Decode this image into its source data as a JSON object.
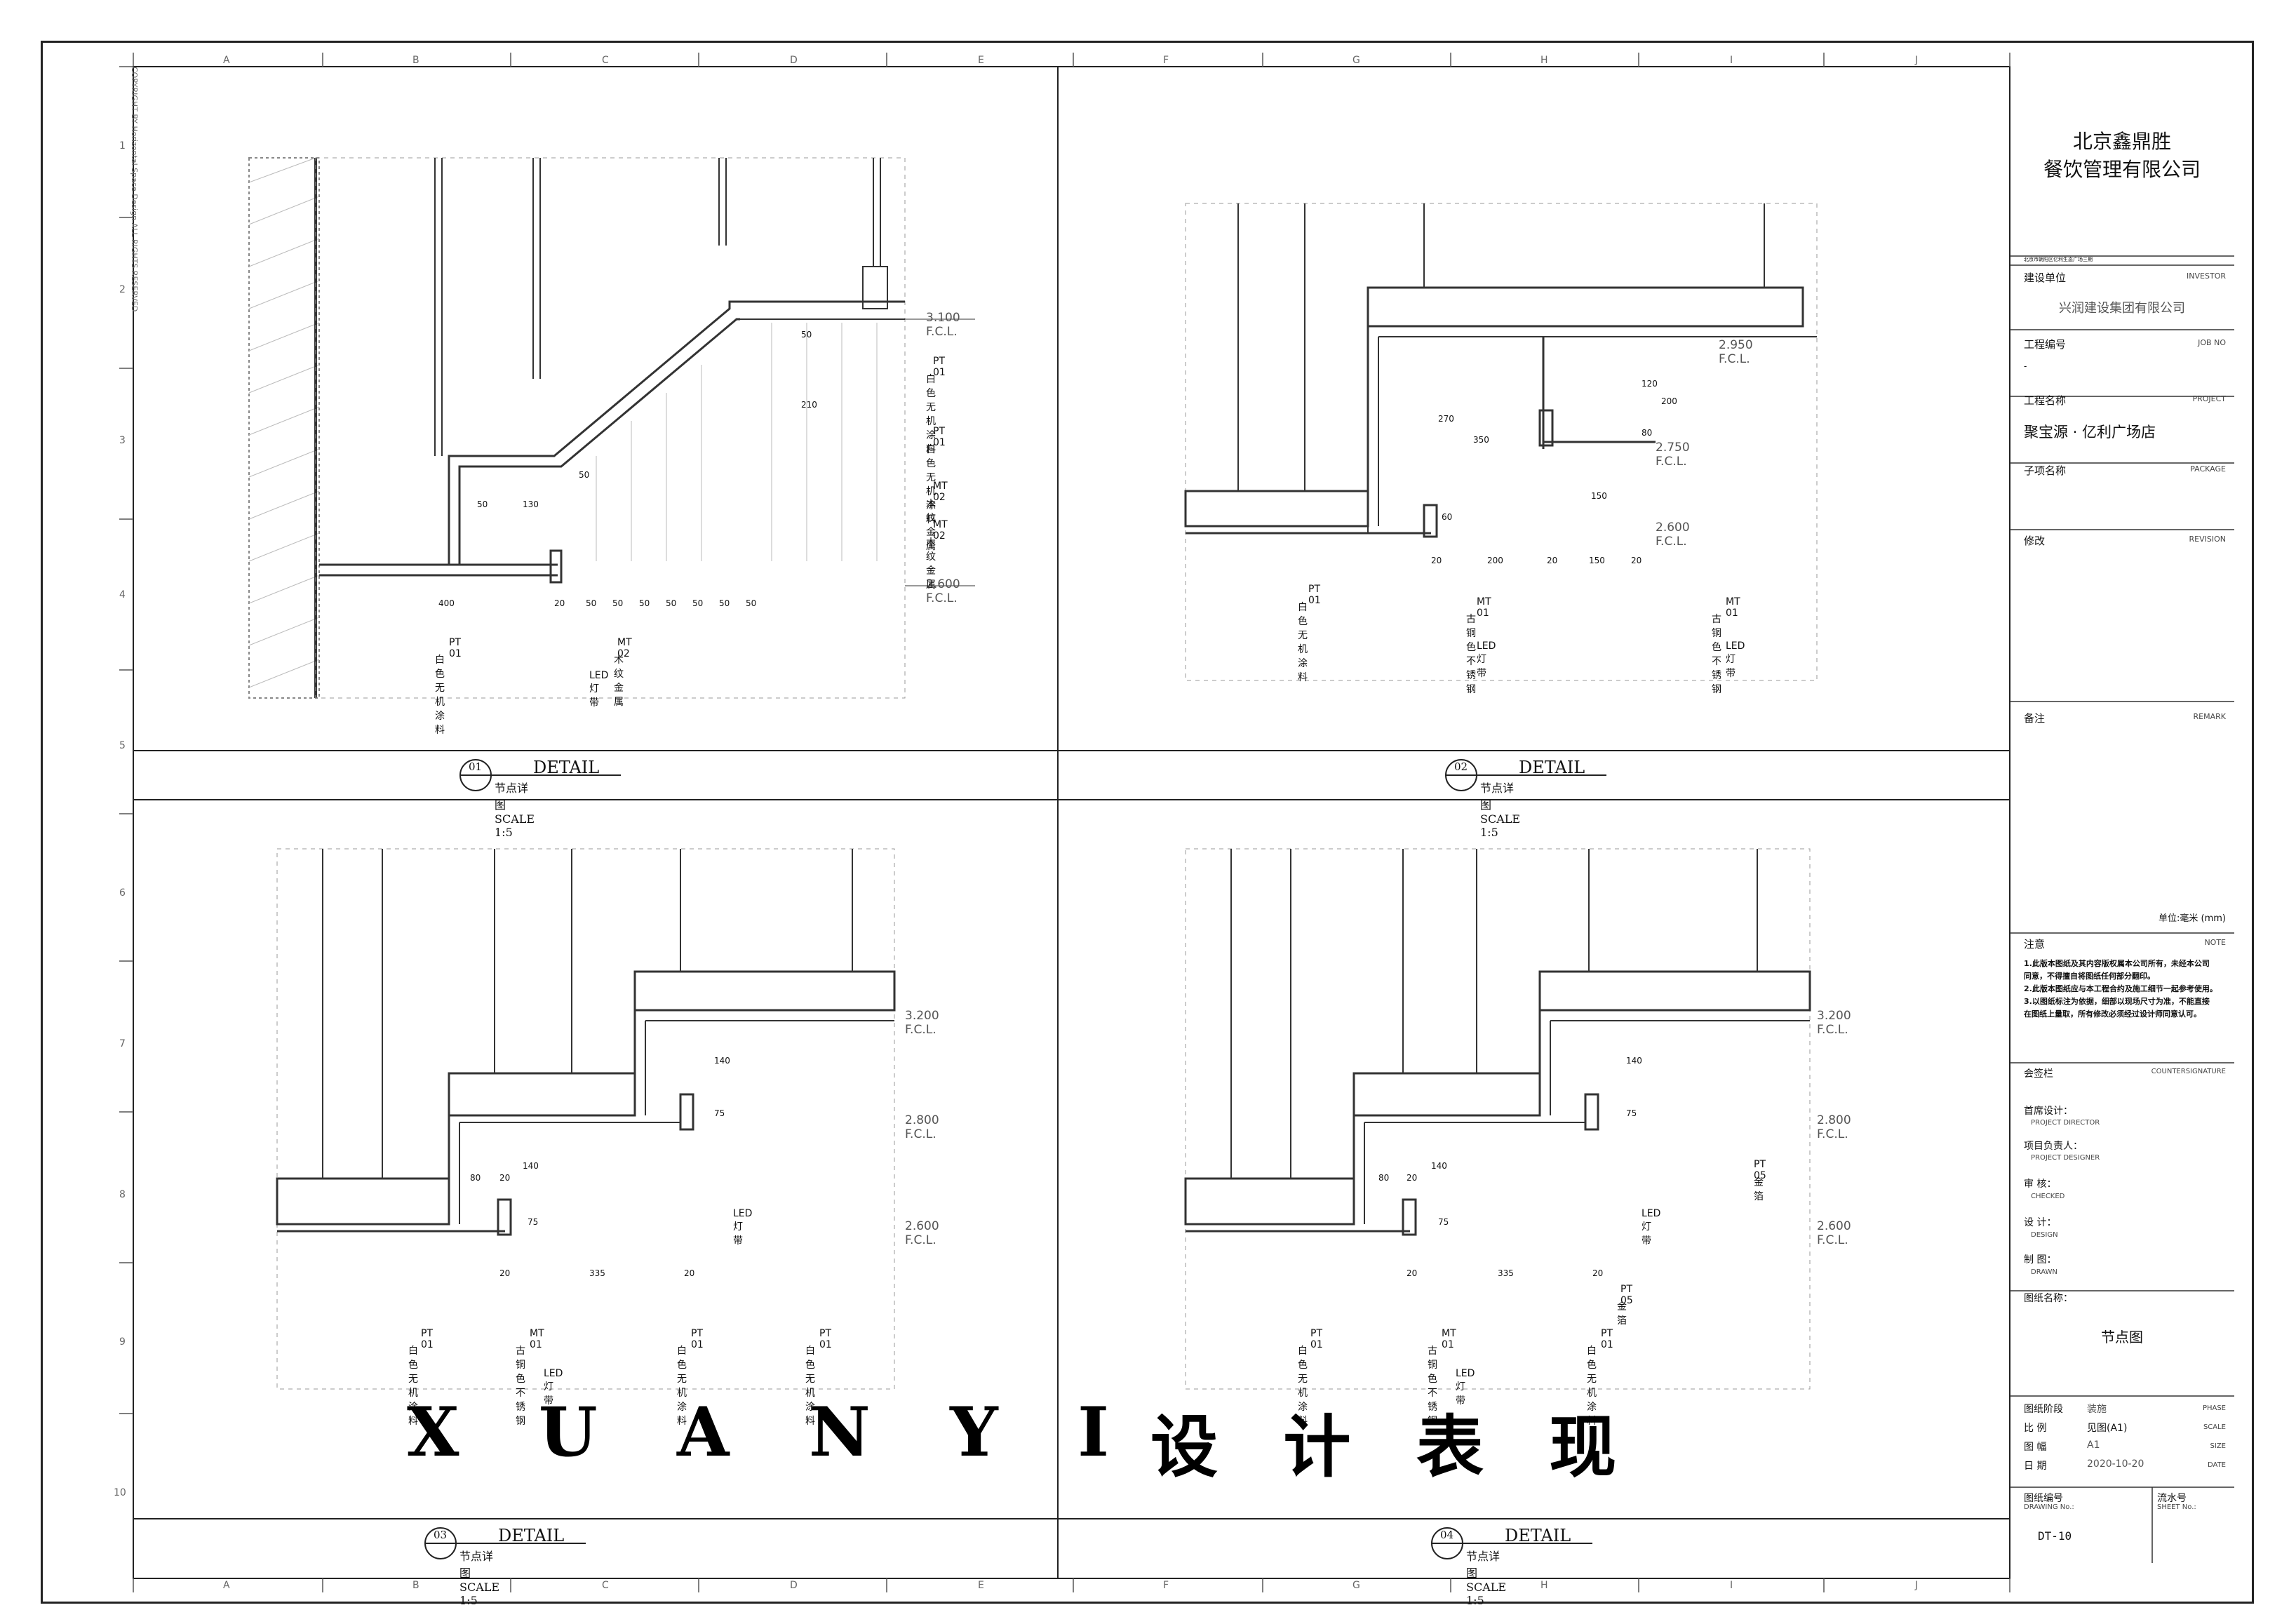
{
  "grid": {
    "cols_top": [
      "A",
      "B",
      "C",
      "D",
      "E",
      "F",
      "G",
      "H",
      "I",
      "J"
    ],
    "rows_left": [
      "1",
      "2",
      "3",
      "4",
      "5",
      "6",
      "7",
      "8",
      "9",
      "10"
    ]
  },
  "copyright": "COPYRIGHT BY Horizontal Space Design ALL RIGHTS RESERVED",
  "titleblock": {
    "company_line1": "北京鑫鼎胜",
    "company_line2": "餐饮管理有限公司",
    "tiny_header": "北京市朝阳区亿利生态广场三期",
    "investor_label": "建设单位",
    "investor_en": "INVESTOR",
    "investor_value": "兴润建设集团有限公司",
    "job_label": "工程编号",
    "job_en": "JOB NO",
    "job_value": "-",
    "project_label": "工程名称",
    "project_en": "PROJECT",
    "project_value": "聚宝源 · 亿利广场店",
    "package_label": "子项名称",
    "package_en": "PACKAGE",
    "revision_label": "修改",
    "revision_en": "REVISION",
    "remark_label": "备注",
    "remark_en": "REMARK",
    "unit": "单位:毫米 (mm)",
    "note_label": "注意",
    "note_en": "NOTE",
    "notes": [
      "1.此版本图纸及其内容版权属本公司所有，未经本公司",
      "   同意，不得擅自将图纸任何部分翻印。",
      "2.此版本图纸应与本工程合约及施工细节一起参考使用。",
      "3.以图纸标注为依据，细部以现场尺寸为准，不能直接",
      "   在图纸上量取，所有修改必须经过设计师同意认可。"
    ],
    "countersign_label": "会签栏",
    "countersign_en": "COUNTERSIGNATURE",
    "director_label": "首席设计：",
    "director_en": "PROJECT DIRECTOR",
    "designer_label": "项目负责人：",
    "designer_en": "PROJECT DESIGNER",
    "checked_label": "审      核：",
    "checked_en": "CHECKED",
    "design_label": "设      计：",
    "design_en": "DESIGN",
    "drawn_label": "制      图：",
    "drawn_en": "DRAWN",
    "drawing_name_label": "图纸名称：",
    "drawing_name_value": "节点图",
    "phase_label": "图纸阶段",
    "phase_value": "装施",
    "phase_en": "PHASE",
    "scale_label": "比    例",
    "scale_value": "见图(A1)",
    "scale_en": "SCALE",
    "size_label": "图    幅",
    "size_value": "A1",
    "size_en": "SIZE",
    "date_label": "日    期",
    "date_value": "2020-10-20",
    "date_en": "DATE",
    "drawing_no_label": "图纸编号",
    "drawing_no_en": "DRAWING No.:",
    "sheet_no_label": "流水号",
    "sheet_no_en": "SHEET No.:",
    "drawing_no_value": "DT-10"
  },
  "details": [
    {
      "num": "01",
      "title": "DETAIL",
      "subtitle": "节点详图  SCALE 1:5"
    },
    {
      "num": "02",
      "title": "DETAIL",
      "subtitle": "节点详图  SCALE 1:5"
    },
    {
      "num": "03",
      "title": "DETAIL",
      "subtitle": "节点详图  SCALE 1:5"
    },
    {
      "num": "04",
      "title": "DETAIL",
      "subtitle": "节点详图  SCALE 1:5"
    }
  ],
  "detail1": {
    "levels": [
      "3.100 F.C.L.",
      "2.600 F.C.L."
    ],
    "tags": [
      "PT 01",
      "PT 01",
      "MT 02",
      "MT 02",
      "PT 01",
      "MT 02"
    ],
    "labels": [
      "白色无机涂料",
      "白色无机涂料",
      "木纹金属",
      "木纹金属",
      "白色无机涂料",
      "木纹金属",
      "LED灯带"
    ],
    "dims": [
      "50",
      "210",
      "50",
      "50",
      "130",
      "400",
      "20",
      "50",
      "50",
      "50",
      "50",
      "50",
      "50",
      "50"
    ]
  },
  "detail2": {
    "levels": [
      "2.950 F.C.L.",
      "2.750 F.C.L.",
      "2.600 F.C.L."
    ],
    "tags": [
      "PT 01",
      "MT 01",
      "MT 01"
    ],
    "labels": [
      "白色无机涂料",
      "古铜色不锈钢",
      "古铜色不锈钢",
      "LED灯带",
      "LED灯带"
    ],
    "dims": [
      "270",
      "350",
      "120",
      "200",
      "80",
      "150",
      "60",
      "20",
      "200",
      "20",
      "150",
      "20"
    ]
  },
  "detail3": {
    "levels": [
      "3.200 F.C.L.",
      "2.800 F.C.L.",
      "2.600 F.C.L."
    ],
    "tags": [
      "PT 01",
      "MT 01",
      "PT 01",
      "PT 01"
    ],
    "labels": [
      "白色无机涂料",
      "古铜色不锈钢",
      "白色无机涂料",
      "白色无机涂料",
      "LED灯带",
      "LED灯带"
    ],
    "dims": [
      "140",
      "75",
      "80",
      "20",
      "140",
      "75",
      "20",
      "335",
      "20"
    ]
  },
  "detail4": {
    "levels": [
      "3.200 F.C.L.",
      "2.800 F.C.L.",
      "2.600 F.C.L."
    ],
    "tags": [
      "PT 01",
      "MT 01",
      "PT 05",
      "PT 01",
      "PT 05"
    ],
    "labels": [
      "白色无机涂料",
      "古铜色不锈钢",
      "金箔",
      "白色无机涂料",
      "金箔",
      "LED灯带",
      "LED灯带"
    ],
    "dims": [
      "140",
      "75",
      "80",
      "20",
      "140",
      "75",
      "20",
      "335",
      "20"
    ]
  },
  "watermark_left": "X U A N   Y I",
  "watermark_right": "设  计  表  现"
}
